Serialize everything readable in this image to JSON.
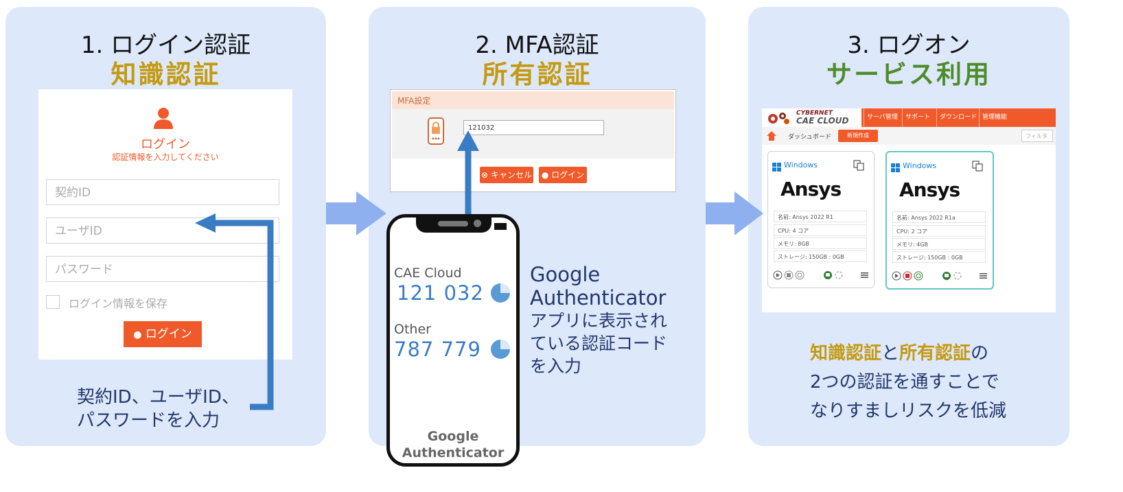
{
  "colors": {
    "panel_bg": "#dde9fb",
    "gold": "#c49a12",
    "green": "#4e8c2b",
    "orange": "#f05a2a",
    "blue_arrow": "#3a7cc4",
    "light_arrow": "#8fb0ee",
    "text_blue": "#23366b"
  },
  "step1": {
    "title": "1. ログイン認証",
    "subtitle": "知識認証",
    "login": {
      "user_icon": "user-icon",
      "heading": "ログイン",
      "instruction": "認証情報を入力してください",
      "contract_placeholder": "契約ID",
      "user_placeholder": "ユーザID",
      "password_placeholder": "パスワード",
      "remember_label": "ログイン情報を保存",
      "login_button": "ログイン"
    },
    "caption_line1": "契約ID、ユーザID、",
    "caption_line2": "パスワードを入力"
  },
  "step2": {
    "title": "2. MFA認証",
    "subtitle": "所有認証",
    "mfa": {
      "header": "MFA設定",
      "code_value": "121032",
      "cancel_button": "キャンセル",
      "login_button": "ログイン"
    },
    "phone": {
      "account1": "CAE Cloud",
      "code1": "121 032",
      "account2": "Other",
      "code2": "787 779",
      "app_name_line1": "Google",
      "app_name_line2": "Authenticator"
    },
    "desc_line1": "Google",
    "desc_line2": "Authenticator",
    "desc_line3": "アプリに表示され",
    "desc_line4": "ている認証コード",
    "desc_line5": "を入力"
  },
  "step3": {
    "title": "3. ログオン",
    "subtitle": "サービス利用",
    "dashboard": {
      "brand_line1": "CYBERNET",
      "brand_line2": "CAE CLOUD",
      "nav": [
        "サーバ管理",
        "サポート",
        "ダウンロード",
        "管理機能"
      ],
      "breadcrumb": "ダッシュボード",
      "new_button": "新規作成",
      "filter_placeholder": "フィルタ",
      "vms": [
        {
          "os": "Windows",
          "logo": "Ansys",
          "name": "名前: Ansys 2022 R1",
          "cpu": "CPU: 4 コア",
          "memory": "メモリ: 8GB",
          "storage": "ストレージ: 150GB : 0GB"
        },
        {
          "os": "Windows",
          "logo": "Ansys",
          "name": "名前: Ansys 2022 R1a",
          "cpu": "CPU: 2 コア",
          "memory": "メモリ: 4GB",
          "storage": "ストレージ: 150GB : 0GB"
        }
      ]
    },
    "summary": {
      "part1": "知識認証",
      "part2": "と",
      "part3": "所有認証",
      "part4": "の",
      "line2": "2つの認証を通すことで",
      "line3": "なりすましリスクを低減"
    }
  }
}
